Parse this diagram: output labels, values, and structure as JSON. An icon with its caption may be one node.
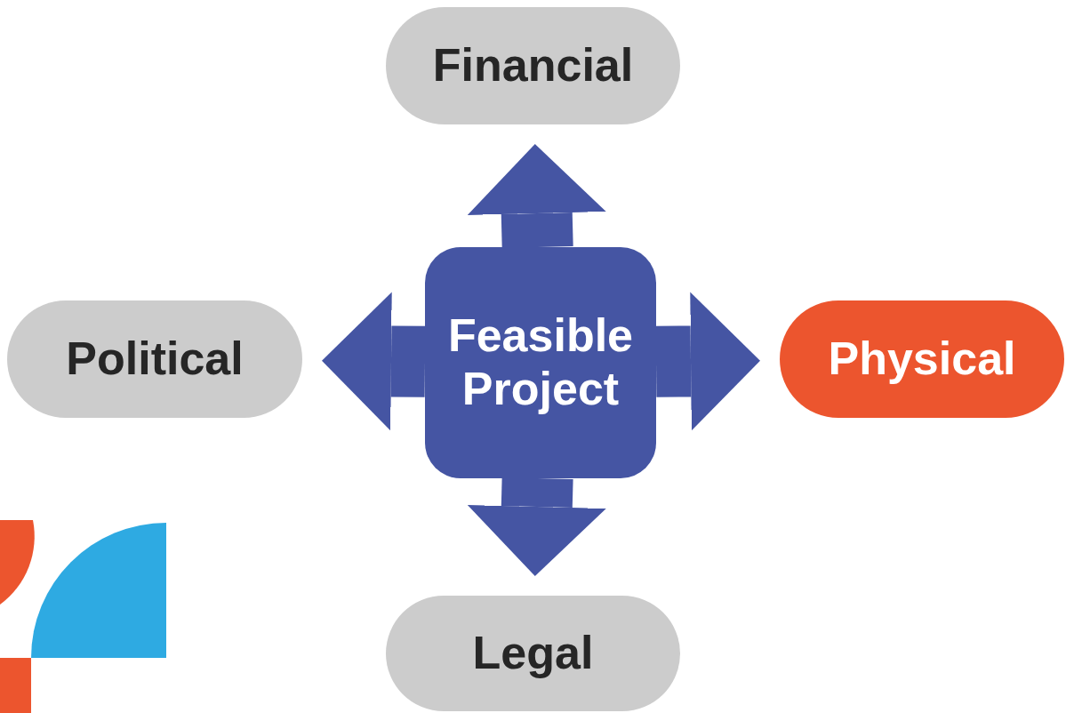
{
  "diagram": {
    "nodes": [
      {
        "text": [
          "Financial"
        ]
      },
      {
        "text": [
          "Political"
        ]
      },
      {
        "text": [
          "Feasible Project"
        ]
      },
      {
        "text": [
          "Physical"
        ]
      },
      {
        "text": [
          "Legal"
        ]
      }
    ],
    "edges": [
      {
        "from": 2,
        "to": 0,
        "arrow": "to"
      },
      {
        "from": 2,
        "to": 1,
        "arrow": "to"
      },
      {
        "from": 2,
        "to": 3,
        "arrow": "to"
      },
      {
        "from": 2,
        "to": 4,
        "arrow": "to"
      }
    ]
  }
}
